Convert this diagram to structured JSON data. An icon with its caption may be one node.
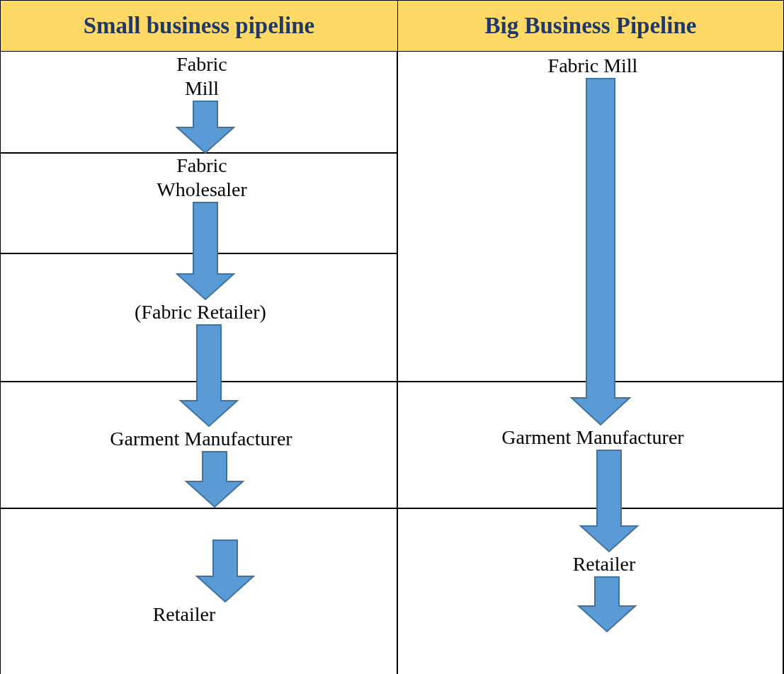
{
  "diagram": {
    "nodes": [
      {
        "text": [
          "Small business pipeline"
        ]
      },
      {
        "text": [
          "Fabric Mill"
        ]
      },
      {
        "text": [
          "Fabric Wholesaler"
        ]
      },
      {
        "text": [
          "(Fabric Retailer)"
        ]
      },
      {
        "text": [
          "Garment Manufacturer"
        ]
      },
      {
        "text": [
          "Retailer"
        ]
      },
      {
        "text": [
          "Big Business Pipeline"
        ]
      },
      {
        "text": [
          "Fabric Mill"
        ]
      },
      {
        "text": [
          "Garment Manufacturer"
        ]
      },
      {
        "text": [
          "Retailer"
        ]
      }
    ],
    "edges": [
      {
        "from": 1,
        "to": 2,
        "arrow": "to"
      },
      {
        "from": 2,
        "to": 3,
        "arrow": "to"
      },
      {
        "from": 3,
        "to": 4,
        "arrow": "to"
      },
      {
        "from": 4,
        "to": null,
        "arrow": "to"
      },
      {
        "from": null,
        "to": 5,
        "arrow": "to"
      },
      {
        "from": 7,
        "to": 8,
        "arrow": "to"
      },
      {
        "from": 8,
        "to": 9,
        "arrow": "to"
      },
      {
        "from": 9,
        "to": null,
        "arrow": "to"
      }
    ]
  }
}
